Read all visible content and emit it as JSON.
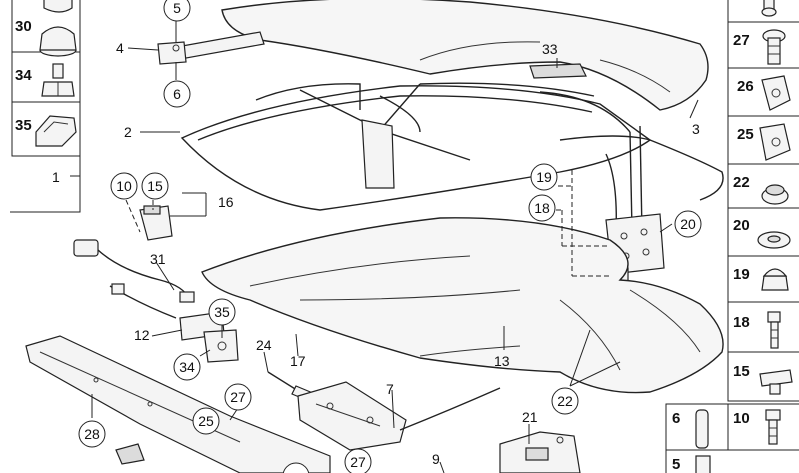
{
  "labels": {
    "l1": "1",
    "l2": "2",
    "l3": "3",
    "l4": "4",
    "l5": "5",
    "l6": "6",
    "l7": "7",
    "l9": "9",
    "l10": "10",
    "l12": "12",
    "l13": "13",
    "l15": "15",
    "l16": "16",
    "l17": "17",
    "l18": "18",
    "l19": "19",
    "l20": "20",
    "l21": "21",
    "l22": "22",
    "l24": "24",
    "l25": "25",
    "l27a": "27",
    "l27b": "27",
    "l28": "28",
    "l31": "31",
    "l33": "33",
    "l34": "34",
    "l35": "35"
  },
  "left_panel": {
    "items": [
      {
        "num": "30"
      },
      {
        "num": "34"
      },
      {
        "num": "35"
      }
    ]
  },
  "right_panel": {
    "items": [
      {
        "num": "27"
      },
      {
        "num": "26"
      },
      {
        "num": "25"
      },
      {
        "num": "22"
      },
      {
        "num": "20"
      },
      {
        "num": "19"
      },
      {
        "num": "18"
      },
      {
        "num": "15"
      }
    ],
    "bottom_items": [
      {
        "num": "6"
      },
      {
        "num": "10"
      },
      {
        "num": "5"
      }
    ]
  }
}
